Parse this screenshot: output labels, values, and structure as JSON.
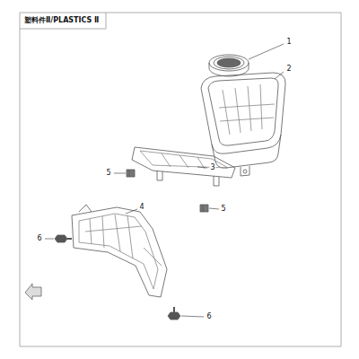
{
  "diagram": {
    "title": "塑料件Ⅱ/PLASTICS Ⅱ",
    "labels": [
      "1",
      "2",
      "5",
      "3",
      "5",
      "4",
      "6",
      "6"
    ]
  }
}
